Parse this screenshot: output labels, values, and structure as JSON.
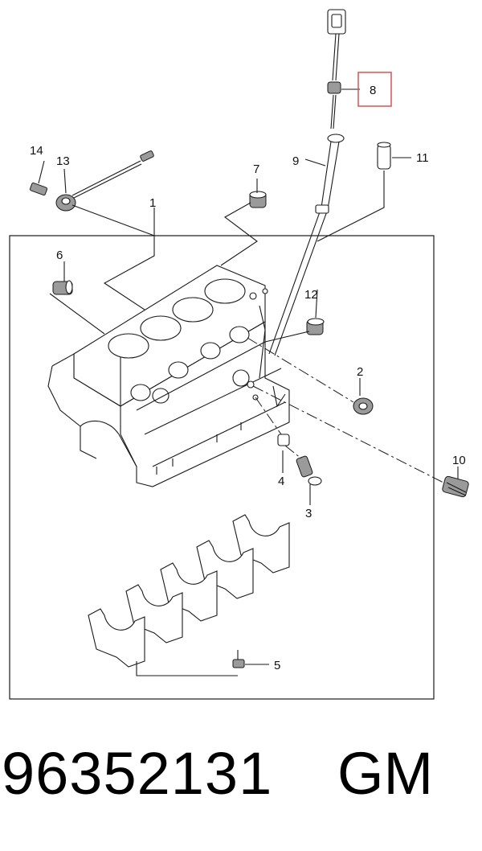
{
  "callouts": [
    {
      "id": "1",
      "label": "1"
    },
    {
      "id": "2",
      "label": "2"
    },
    {
      "id": "3",
      "label": "3"
    },
    {
      "id": "4",
      "label": "4"
    },
    {
      "id": "5",
      "label": "5"
    },
    {
      "id": "6",
      "label": "6"
    },
    {
      "id": "7",
      "label": "7"
    },
    {
      "id": "8",
      "label": "8",
      "highlighted": true
    },
    {
      "id": "9",
      "label": "9"
    },
    {
      "id": "10",
      "label": "10"
    },
    {
      "id": "11",
      "label": "11"
    },
    {
      "id": "12",
      "label": "12"
    },
    {
      "id": "13",
      "label": "13"
    },
    {
      "id": "14",
      "label": "14"
    }
  ],
  "highlight_color": "#e05050",
  "footer": {
    "part_number": "96352131",
    "brand": "GM"
  }
}
